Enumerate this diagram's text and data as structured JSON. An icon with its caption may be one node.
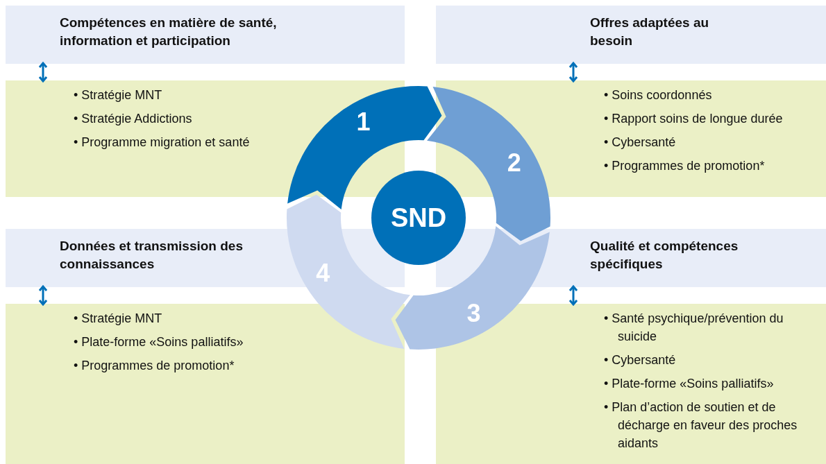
{
  "diagram": {
    "nodes": [
      {
        "text": [
          "Compétences en matière de santé, information et participation"
        ]
      },
      {
        "text": [
          "• Stratégie MNT",
          "• Stratégie Addictions",
          "• Programme migration et santé"
        ]
      },
      {
        "text": [
          "Offres adaptées au besoin"
        ]
      },
      {
        "text": [
          "• Soins coordonnés",
          "• Rapport soins de longue durée",
          "• Cybersanté",
          "• Programmes de promotion*"
        ]
      },
      {
        "text": [
          "Données et transmission des connaissances"
        ]
      },
      {
        "text": [
          "• Stratégie MNT",
          "• Plate-forme «Soins palliatifs»",
          "• Programmes de promotion*"
        ]
      },
      {
        "text": [
          "Qualité et compétences spécifiques"
        ]
      },
      {
        "text": [
          "• Santé psychique/prévention du suicide",
          "• Cybersanté",
          "• Plate-forme «Soins palliatifs»",
          "• Plan d’action de soutien et de décharge en faveur des proches aidants"
        ]
      },
      {
        "text": [
          "1"
        ]
      },
      {
        "text": [
          "2"
        ]
      },
      {
        "text": [
          "3"
        ]
      },
      {
        "text": [
          "4"
        ]
      },
      {
        "text": [
          "SND"
        ]
      }
    ],
    "edges": [
      {
        "from": 0,
        "to": 1,
        "arrow": "both"
      },
      {
        "from": 2,
        "to": 3,
        "arrow": "both"
      },
      {
        "from": 4,
        "to": 5,
        "arrow": "both"
      },
      {
        "from": 6,
        "to": 7,
        "arrow": "both"
      }
    ]
  }
}
